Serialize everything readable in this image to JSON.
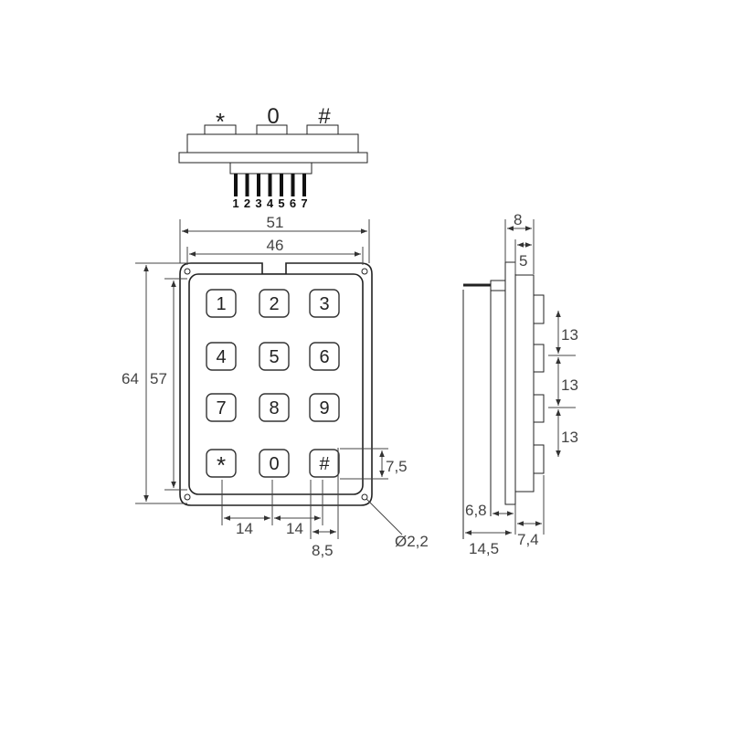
{
  "top_view": {
    "key_labels": [
      "*",
      "0",
      "#"
    ],
    "pin_labels": [
      "1",
      "2",
      "3",
      "4",
      "5",
      "6",
      "7"
    ]
  },
  "front_view": {
    "keys": [
      "1",
      "2",
      "3",
      "4",
      "5",
      "6",
      "7",
      "8",
      "9",
      "*",
      "0",
      "#"
    ],
    "dims": {
      "outer_width": "51",
      "inner_width": "46",
      "outer_height": "64",
      "inner_height": "57",
      "key_pitch_1": "14",
      "key_pitch_2": "14",
      "edge_offset": "8,5",
      "key_height": "7,5",
      "hole_diameter": "Ø2,2"
    }
  },
  "side_view": {
    "dims": {
      "total_top": "8",
      "panel": "5",
      "row_pitch_1": "13",
      "row_pitch_2": "13",
      "row_pitch_3": "13",
      "rear": "6,8",
      "total_depth": "14,5",
      "front": "7,4"
    }
  }
}
